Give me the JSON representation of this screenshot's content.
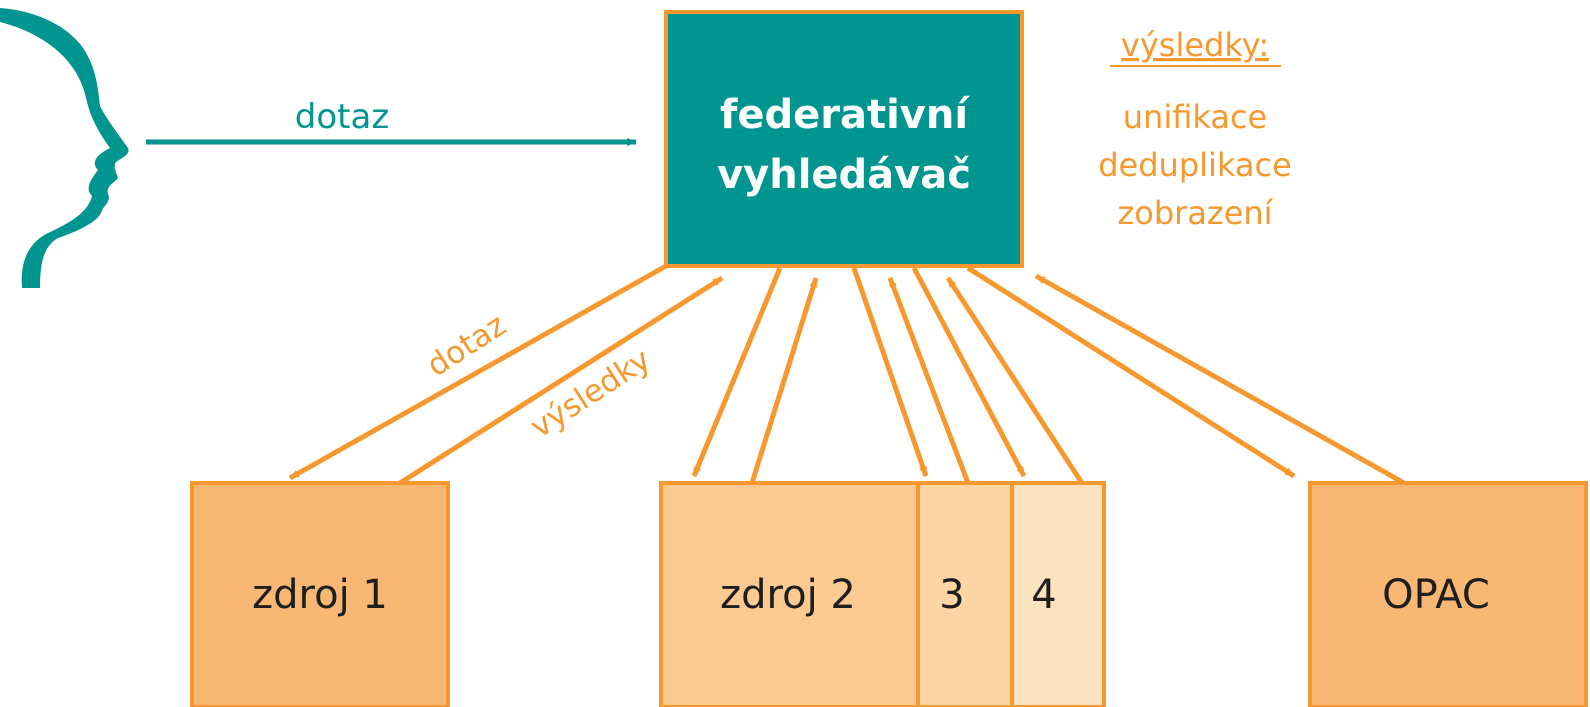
{
  "colors": {
    "teal": "#00968f",
    "orange": "#f7982f",
    "box_orange": "#f9b774",
    "box_light": "#fbc992",
    "box_3": "#fcd5a4",
    "box_4": "#fde2c0",
    "white": "#ffffff",
    "text_dark": "#1e1e1e"
  },
  "icons": {
    "user": "head-profile-icon"
  },
  "user_query_label": "dotaz",
  "central_box": {
    "line1": "federativní",
    "line2": "vyhledávač"
  },
  "results_note": {
    "heading": "výsledky:",
    "items": [
      "unifikace",
      "deduplikace",
      "zobrazení"
    ]
  },
  "edge_labels": {
    "query": "dotaz",
    "results": "výsledky"
  },
  "sources": {
    "source1": "zdroj 1",
    "source2": "zdroj 2",
    "source3": "3",
    "source4": "4",
    "opac": "OPAC"
  }
}
